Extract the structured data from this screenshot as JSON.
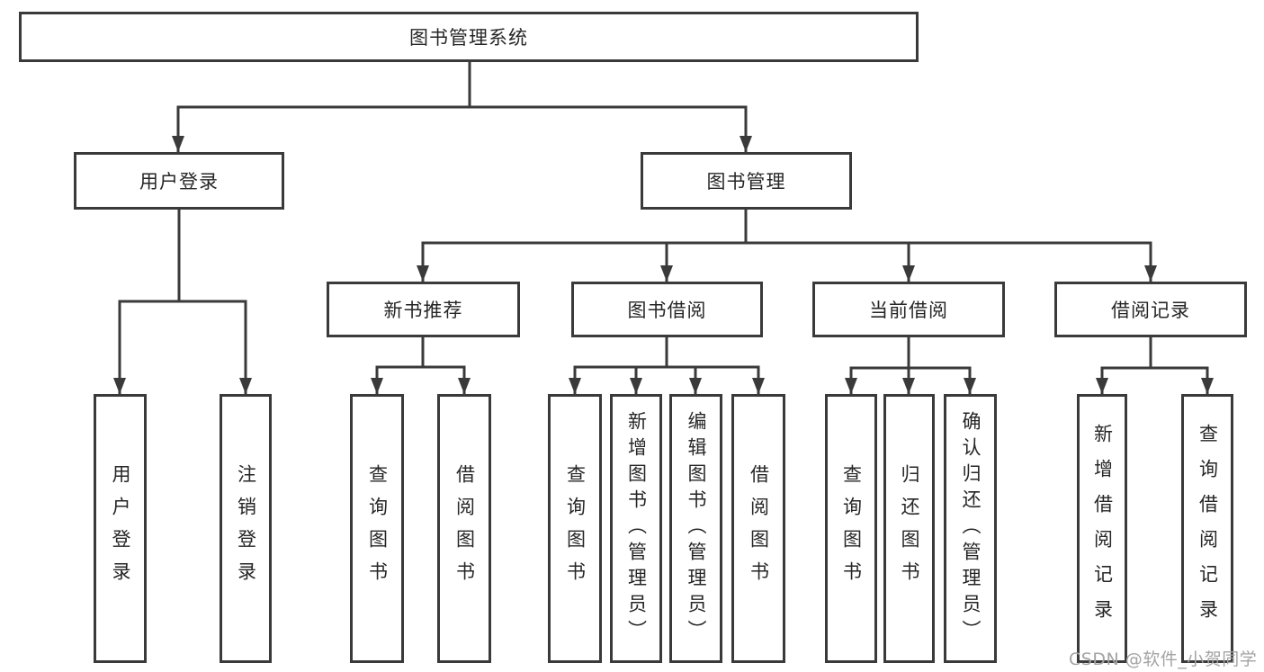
{
  "diagram": {
    "root": {
      "label": "图书管理系统"
    },
    "level1": [
      {
        "label": "用户登录"
      },
      {
        "label": "图书管理"
      }
    ],
    "level2": [
      {
        "label": "新书推荐"
      },
      {
        "label": "图书借阅"
      },
      {
        "label": "当前借阅"
      },
      {
        "label": "借阅记录"
      }
    ],
    "leaves": {
      "login": [
        "用户登录",
        "注销登录"
      ],
      "newbook": [
        "查询图书",
        "借阅图书"
      ],
      "borrow": [
        "查询图书",
        "新增图书（管理员）",
        "编辑图书（管理员）",
        "借阅图书"
      ],
      "current": [
        "查询图书",
        "归还图书",
        "确认归还（管理员）"
      ],
      "records": [
        "新增借阅记录",
        "查询借阅记录"
      ]
    }
  },
  "watermark": {
    "text": "CSDN @软件_小贺同学"
  },
  "colors": {
    "line": "#3a3a3a",
    "text": "#262626",
    "watermark": "#a3a3a3"
  }
}
